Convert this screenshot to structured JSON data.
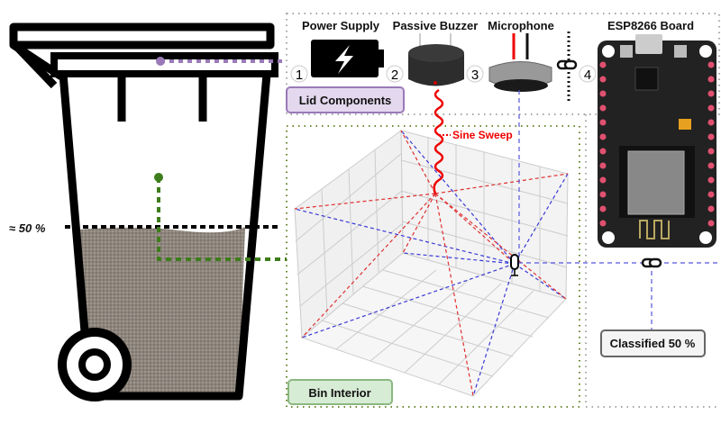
{
  "bin": {
    "fill_label": "≈ 50 %"
  },
  "lid": {
    "group_label": "Lid Components",
    "components": [
      {
        "number": "1",
        "label": "Power Supply",
        "icon": "battery-icon"
      },
      {
        "number": "2",
        "label": "Passive Buzzer",
        "icon": "buzzer-icon"
      },
      {
        "number": "3",
        "label": "Microphone",
        "icon": "microphone-icon"
      },
      {
        "number": "4",
        "label": "ESP8266 Board",
        "icon": "board-icon"
      }
    ]
  },
  "interior": {
    "group_label": "Bin Interior",
    "signal_label": "Sine Sweep"
  },
  "result": {
    "label": "Classified 50 %"
  },
  "colors": {
    "direct_path": "#e03030",
    "reflection_path": "#3a3ad8",
    "lid_group": "#e4d8ee",
    "interior_group": "#d7ecd4",
    "waste": "#8a8178"
  }
}
